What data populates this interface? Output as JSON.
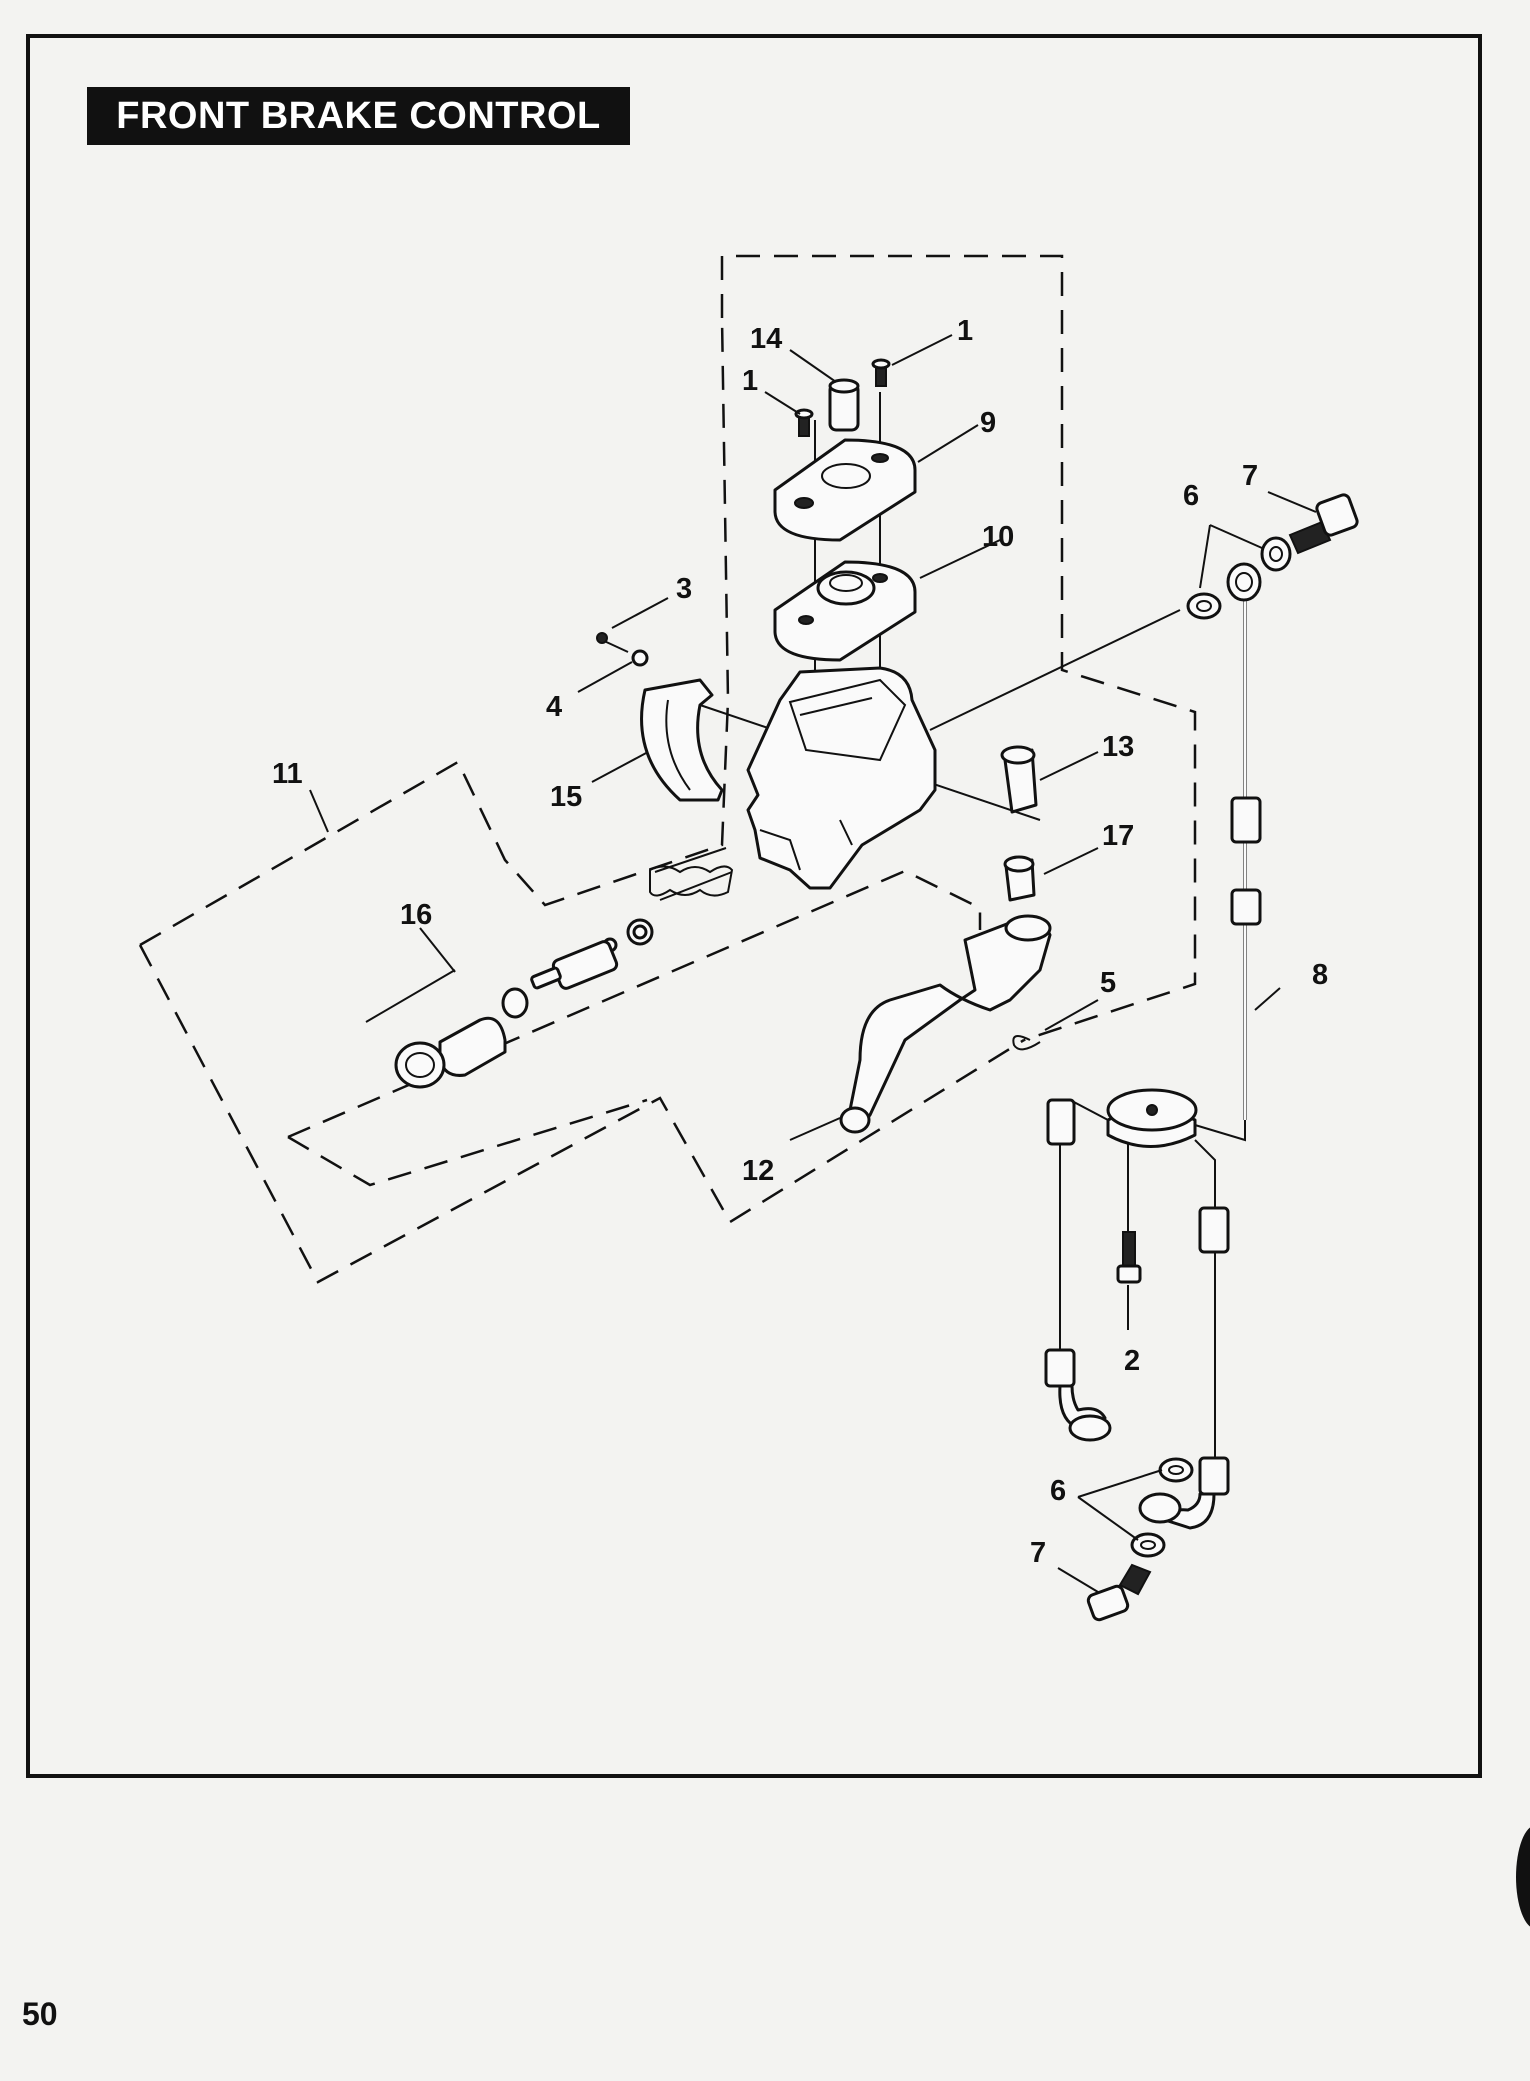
{
  "title": "FRONT BRAKE CONTROL",
  "page_number": "50",
  "callouts": [
    {
      "id": "14",
      "text": "14"
    },
    {
      "id": "1a",
      "text": "1"
    },
    {
      "id": "1b",
      "text": "1"
    },
    {
      "id": "9",
      "text": "9"
    },
    {
      "id": "10",
      "text": "10"
    },
    {
      "id": "3",
      "text": "3"
    },
    {
      "id": "4",
      "text": "4"
    },
    {
      "id": "15",
      "text": "15"
    },
    {
      "id": "11",
      "text": "11"
    },
    {
      "id": "16",
      "text": "16"
    },
    {
      "id": "13",
      "text": "13"
    },
    {
      "id": "17",
      "text": "17"
    },
    {
      "id": "5",
      "text": "5"
    },
    {
      "id": "12",
      "text": "12"
    },
    {
      "id": "6a",
      "text": "6"
    },
    {
      "id": "7a",
      "text": "7"
    },
    {
      "id": "8",
      "text": "8"
    },
    {
      "id": "2",
      "text": "2"
    },
    {
      "id": "6b",
      "text": "6"
    },
    {
      "id": "7b",
      "text": "7"
    }
  ]
}
